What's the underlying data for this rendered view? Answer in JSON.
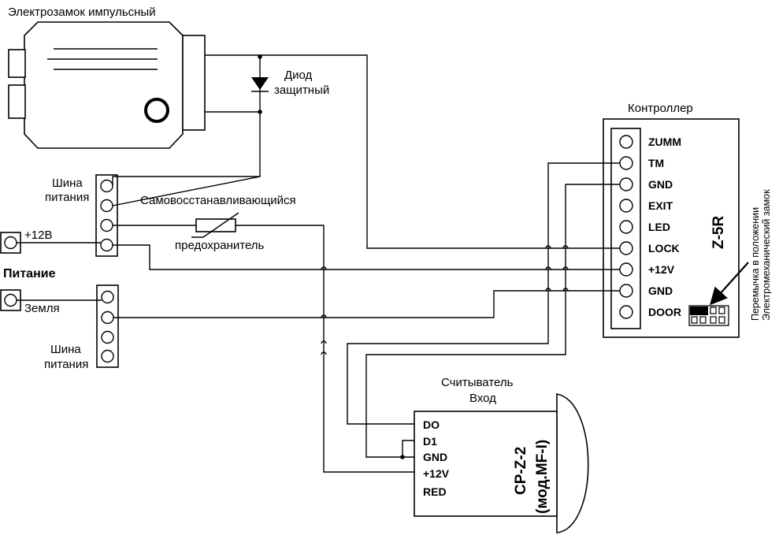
{
  "lock": {
    "title": "Электрозамок импульсный"
  },
  "diode": {
    "line1": "Диод",
    "line2": "защитный"
  },
  "bus_top": {
    "line1": "Шина",
    "line2": "питания"
  },
  "bus_bottom": {
    "line1": "Шина",
    "line2": "питания"
  },
  "fuse": {
    "line1": "Самовосстанавливающийся",
    "line2": "предохранитель"
  },
  "power": {
    "plus_label": "+12В",
    "title": "Питание",
    "ground_label": "Земля"
  },
  "controller": {
    "title": "Контроллер",
    "model": "Z-5R",
    "pins": [
      "ZUMM",
      "TM",
      "GND",
      "EXIT",
      "LED",
      "LOCK",
      "+12V",
      "GND",
      "DOOR"
    ]
  },
  "jumper_note": {
    "line1": "Перемычка в положении",
    "line2": "Электромеханический замок"
  },
  "reader": {
    "title_line1": "Считыватель",
    "title_line2": "Вход",
    "model_line1": "CP-Z-2",
    "model_line2": "(мод.MF-I)",
    "pins": [
      "DO",
      "D1",
      "GND",
      "+12V",
      "RED"
    ]
  }
}
